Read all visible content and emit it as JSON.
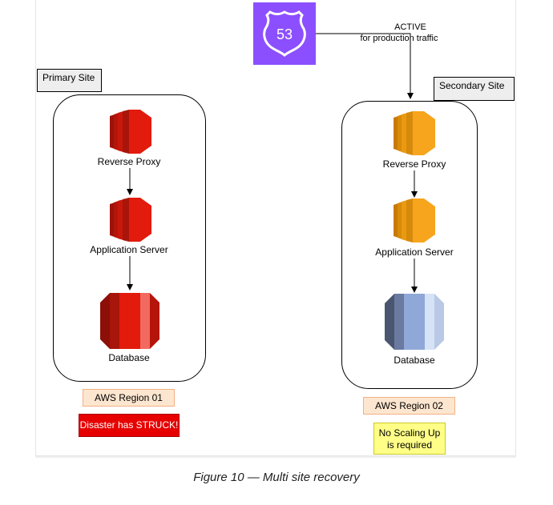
{
  "route53": {
    "badge": "53",
    "note_line1": "ACTIVE",
    "note_line2": "for production traffic",
    "icon": "route53-icon"
  },
  "primary": {
    "tab": "Primary Site",
    "proxy": "Reverse Proxy",
    "app": "Application Server",
    "db": "Database",
    "region": "AWS Region 01",
    "status": "Disaster has STRUCK!",
    "accent": "#e21b0c"
  },
  "secondary": {
    "tab": "Secondary Site",
    "proxy": "Reverse Proxy",
    "app": "Application Server",
    "db": "Database",
    "region": "AWS Region 02",
    "note_line1": "No Scaling Up",
    "note_line2": "is required",
    "accent": "#f7a51c"
  },
  "caption": "Figure 10 — Multi site recovery"
}
